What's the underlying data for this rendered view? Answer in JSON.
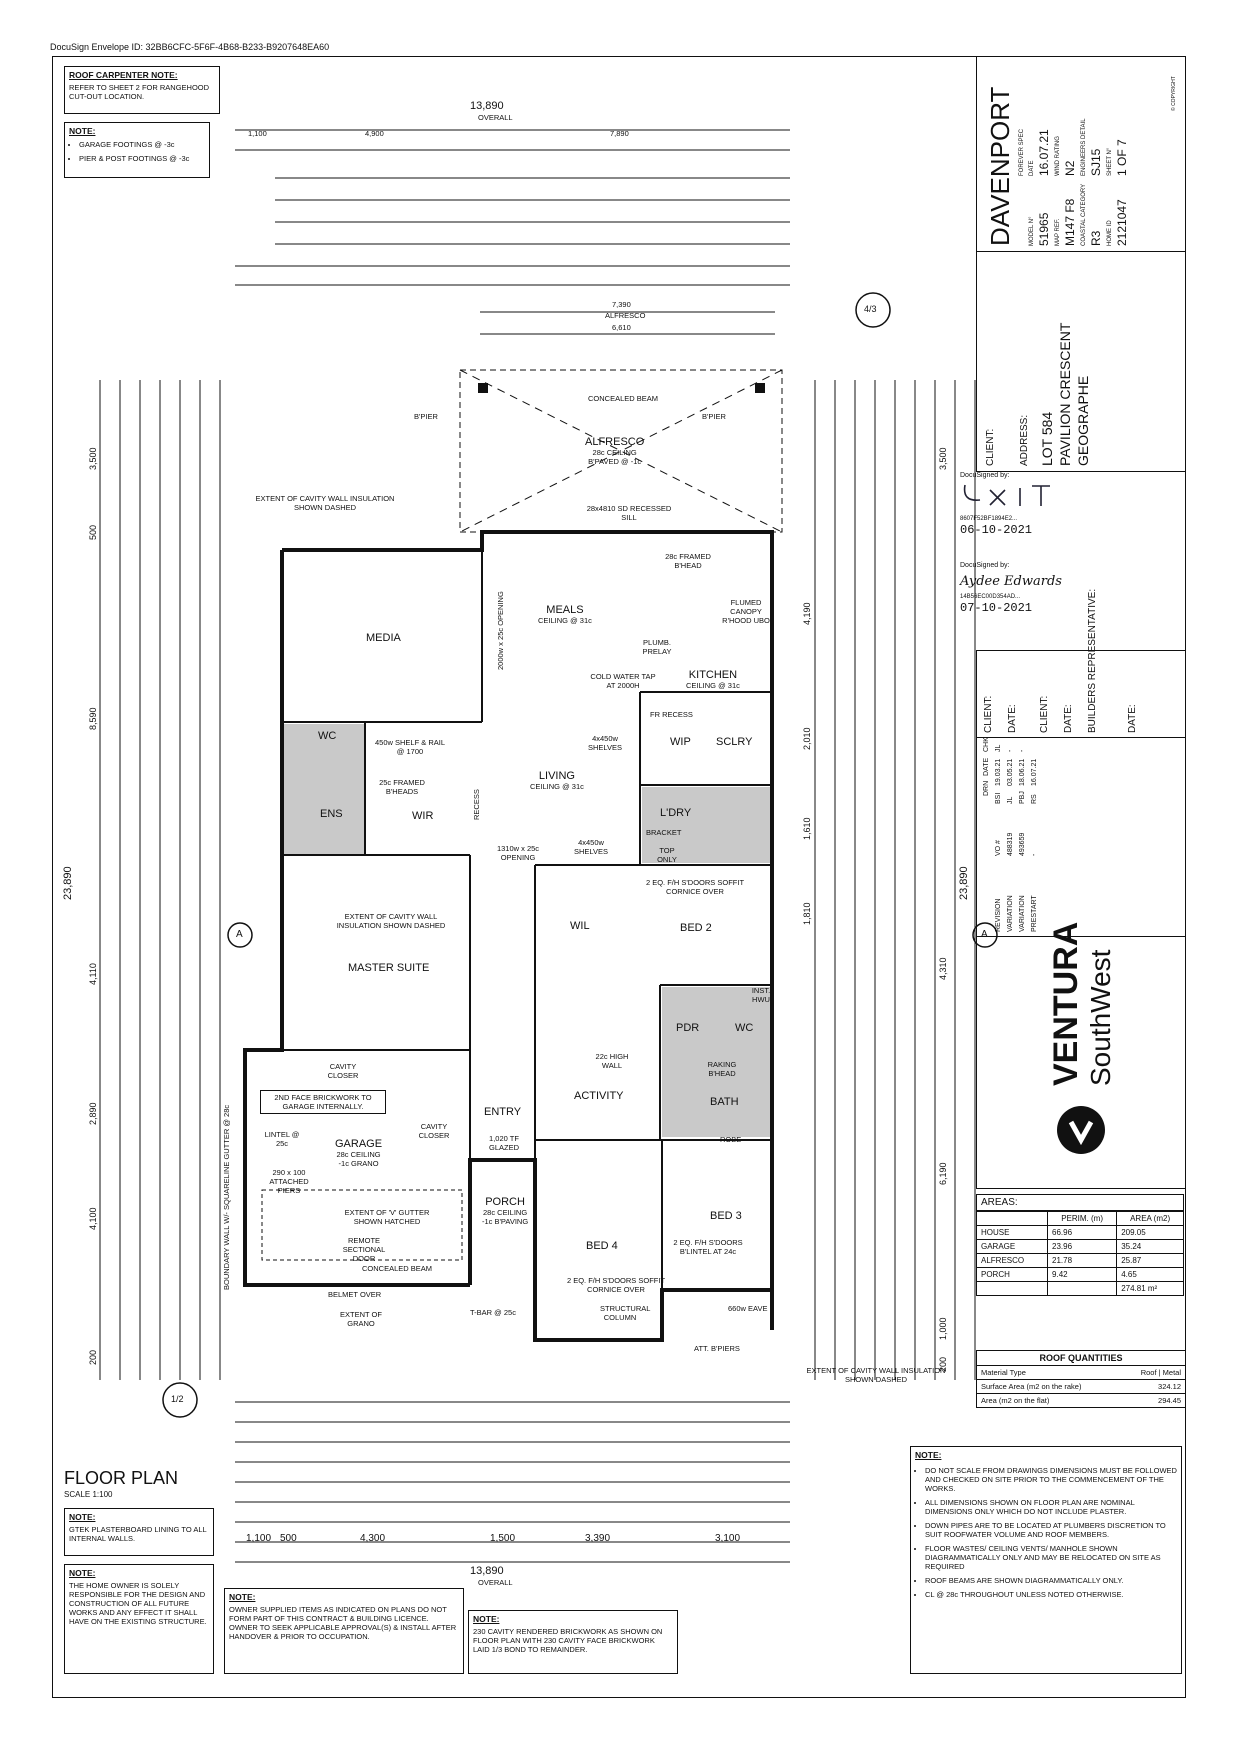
{
  "envelope_id": "DocuSign Envelope ID: 32BB6CFC-5F6F-4B68-B233-B9207648EA60",
  "notes": {
    "roof_carpenter": {
      "title": "ROOF CARPENTER NOTE:",
      "body": "REFER TO SHEET 2 FOR RANGEHOOD CUT-OUT LOCATION."
    },
    "footings": {
      "title": "NOTE:",
      "items": [
        "GARAGE FOOTINGS @ -3c",
        "PIER & POST FOOTINGS @ -3c"
      ]
    },
    "plasterboard": {
      "title": "NOTE:",
      "body": "GTEK PLASTERBOARD LINING TO ALL INTERNAL WALLS."
    },
    "home_owner": {
      "title": "NOTE:",
      "body": "THE HOME OWNER IS SOLELY RESPONSIBLE FOR THE DESIGN AND CONSTRUCTION OF ALL FUTURE WORKS AND ANY EFFECT IT SHALL HAVE ON THE EXISTING STRUCTURE."
    },
    "owner_supplied": {
      "title": "NOTE:",
      "body": "OWNER SUPPLIED ITEMS AS INDICATED ON PLANS DO NOT FORM PART OF THIS CONTRACT & BUILDING LICENCE. OWNER TO SEEK APPLICABLE APPROVAL(S) & INSTALL AFTER HANDOVER & PRIOR TO OCCUPATION."
    },
    "cavity_render": {
      "title": "NOTE:",
      "body": "230 CAVITY RENDERED BRICKWORK AS SHOWN ON FLOOR PLAN WITH 230 CAVITY FACE BRICKWORK LAID 1/3 BOND TO REMAINDER."
    },
    "general": {
      "title": "NOTE:",
      "items": [
        "DO NOT SCALE FROM DRAWINGS DIMENSIONS MUST BE FOLLOWED AND CHECKED ON SITE PRIOR TO THE COMMENCEMENT OF THE WORKS.",
        "ALL DIMENSIONS SHOWN ON FLOOR PLAN ARE NOMINAL DIMENSIONS ONLY WHICH DO NOT INCLUDE PLASTER.",
        "DOWN PIPES ARE TO BE LOCATED AT PLUMBERS DISCRETION TO SUIT ROOFWATER VOLUME AND ROOF MEMBERS.",
        "FLOOR WASTES/ CEILING VENTS/ MANHOLE SHOWN DIAGRAMMATICALLY ONLY AND MAY BE RELOCATED ON SITE AS REQUIRED",
        "ROOF BEAMS ARE SHOWN DIAGRAMMATICALLY ONLY.",
        "CL @ 28c THROUGHOUT UNLESS NOTED OTHERWISE."
      ]
    }
  },
  "plan": {
    "title": "FLOOR PLAN",
    "scale": "SCALE 1:100",
    "overall_top": "13,890",
    "overall_label": "OVERALL",
    "overall_bottom": "13,890",
    "overall_left": "23,890",
    "overall_right": "23,890",
    "top_dims": [
      "1,100",
      "4,900",
      "7,890"
    ],
    "bottom_dims": [
      "1,100",
      "500",
      "4,300",
      "1,500",
      "3,390",
      "3,100"
    ],
    "alfresco_dim": "7,390",
    "alfresco_label": "ALFRESCO",
    "alfresco_inner": "6,610",
    "left_dims": [
      "3,500",
      "500",
      "8,590",
      "4,110",
      "2,890",
      "4,100",
      "200"
    ],
    "right_dims": [
      "3,500",
      "4,190",
      "2,010",
      "1,610",
      "1,810",
      "4,310",
      "6,190",
      "1,000",
      "200"
    ],
    "marker_top": "4/3",
    "marker_bottom": "1/2",
    "section_a_left": "A",
    "section_a_right": "A"
  },
  "rooms": {
    "alfresco": {
      "name": "ALFRESCO",
      "sub1": "28c CEILING",
      "sub2": "B'PAVED @ -1c"
    },
    "meals": {
      "name": "MEALS",
      "sub1": "CEILING @ 31c"
    },
    "kitchen": {
      "name": "KITCHEN",
      "sub1": "CEILING @ 31c"
    },
    "media": {
      "name": "MEDIA"
    },
    "living": {
      "name": "LIVING",
      "sub1": "CEILING @ 31c"
    },
    "wc": {
      "name": "WC"
    },
    "ens": {
      "name": "ENS"
    },
    "wir": {
      "name": "WIR"
    },
    "wip": {
      "name": "WIP"
    },
    "sclry": {
      "name": "SCLRY"
    },
    "ldry": {
      "name": "L'DRY"
    },
    "master": {
      "name": "MASTER SUITE"
    },
    "wil": {
      "name": "WIL"
    },
    "bed2": {
      "name": "BED 2"
    },
    "pdr": {
      "name": "PDR"
    },
    "wc2": {
      "name": "WC"
    },
    "activity": {
      "name": "ACTIVITY"
    },
    "bath": {
      "name": "BATH"
    },
    "garage": {
      "name": "GARAGE",
      "sub1": "28c CEILING",
      "sub2": "-1c GRANO"
    },
    "entry": {
      "name": "ENTRY"
    },
    "porch": {
      "name": "PORCH",
      "sub1": "28c CEILING",
      "sub2": "-1c B'PAVING"
    },
    "bed4": {
      "name": "BED 4"
    },
    "bed3": {
      "name": "BED 3"
    }
  },
  "annotations": {
    "concealed_beam": "CONCEALED BEAM",
    "bpier_left": "B'PIER",
    "bpier_right": "B'PIER",
    "recessed_sill": "28x4810 SD RECESSED SILL",
    "cavity_ins_top": "EXTENT OF CAVITY WALL INSULATION SHOWN DASHED",
    "cavity_ins_mid": "EXTENT OF CAVITY WALL INSULATION SHOWN DASHED",
    "cavity_ins_bottom": "EXTENT OF CAVITY WALL INSULATION SHOWN DASHED",
    "framed_bhead": "28c FRAMED B'HEAD",
    "flumed": "FLUMED CANOPY R'HOOD UBO",
    "plumb": "PLUMB. PRELAY",
    "cold_water": "COLD WATER TAP AT 2000H",
    "shelves": "4x450w SHELVES",
    "shelves2": "4x450w SHELVES",
    "fr_recess": "FR RECESS",
    "shelf_rail": "450w SHELF & RAIL @ 1700",
    "framed_bheads": "25c FRAMED B'HEADS",
    "recess": "RECESS",
    "bracket": "BRACKET",
    "top_only": "TOP ONLY",
    "opening_1310": "1310w x 25c OPENING",
    "opening_2000": "2000w x 25c OPENING",
    "sd_doors": "2 EQ. F/H S'DOORS SOFFIT CORNICE OVER",
    "high_wall": "22c HIGH WALL",
    "raking": "RAKING B'HEAD",
    "robe": "ROBE",
    "cavity_closer": "CAVITY CLOSER",
    "cavity_closer2": "CAVITY CLOSER",
    "face_brick": "2ND FACE BRICKWORK TO GARAGE INTERNALLY.",
    "lintel": "LINTEL @ 25c",
    "piers": "290 x 100 ATTACHED PIERS",
    "v_gutter": "EXTENT OF 'V' GUTTER SHOWN HATCHED",
    "remote": "REMOTE SECTIONAL DOOR",
    "concealed_beam2": "CONCEALED BEAM",
    "belmet": "BELMET OVER",
    "extent_grano": "EXTENT OF GRANO",
    "tbar": "T-BAR @ 25c",
    "structural_column": "STRUCTURAL COLUMN",
    "att_bpiers": "ATT. B'PIERS",
    "eave": "660w EAVE",
    "blintel": "2 EQ. F/H S'DOORS B'LINTEL AT 24c",
    "tf_glazed": "1,020 TF GLAZED",
    "inst_hwu": "INST. HWU",
    "boundary": "BOUNDARY WALL W/- SQUARELINE GUTTER @ 28c"
  },
  "title_block": {
    "company": "DAVENPORT",
    "spec_label": "FOREVER SPEC",
    "date_label": "DATE",
    "date": "16.07.21",
    "model_label": "MODEL N°",
    "model": "51965",
    "wind_label": "WIND RATING",
    "wind": "N2",
    "map_label": "MAP REF.",
    "map": "M147 F8",
    "eng_label": "ENGINEERS DETAIL",
    "eng": "SJ15",
    "coastal_label": "COASTAL CATEGORY",
    "coastal": "R3",
    "sheet_label": "SHEET N°",
    "sheet": "1 OF 7",
    "home_label": "HOME ID",
    "home_id": "2121047",
    "copyright": "© COPYRIGHT",
    "client_label": "CLIENT:",
    "address_label": "ADDRESS:",
    "address": [
      "LOT 584",
      "PAVILION CRESCENT",
      "GEOGRAPHE"
    ],
    "sig1_label": "DocuSigned by:",
    "sig1_id": "8607F52BF1894E2...",
    "sig1_date": "06-10-2021",
    "sig2_label": "DocuSigned by:",
    "sig2_name": "Aydee Edwards",
    "sig2_id": "14B56EC00D354AD...",
    "sig2_date": "07-10-2021",
    "client_sign_labels": [
      "CLIENT:",
      "DATE:",
      "CLIENT:",
      "DATE:",
      "BUILDERS REPRESENTATIVE:",
      "DATE:"
    ],
    "revision_header": [
      "DRN",
      "DATE",
      "CHK"
    ],
    "revisions": [
      {
        "rev": "REVISION",
        "vo": "VO #",
        "drn": "BSI",
        "date": "19.03.21",
        "chk": "JL"
      },
      {
        "rev": "VARIATION",
        "vo": "488319",
        "drn": "JL",
        "date": "03.05.21",
        "chk": "-"
      },
      {
        "rev": "VARIATION",
        "vo": "493659",
        "drn": "PBJ",
        "date": "18.06.21",
        "chk": "-"
      },
      {
        "rev": "PRESTART",
        "vo": "-",
        "drn": "RS",
        "date": "16.07.21",
        "chk": ""
      }
    ],
    "brand": "VENTURA",
    "brand_sub": "SouthWest"
  },
  "areas": {
    "title": "AREAS:",
    "headers": [
      "",
      "PERIM. (m)",
      "AREA (m2)"
    ],
    "rows": [
      [
        "HOUSE",
        "66.96",
        "209.05"
      ],
      [
        "GARAGE",
        "23.96",
        "35.24"
      ],
      [
        "ALFRESCO",
        "21.78",
        "25.87"
      ],
      [
        "PORCH",
        "9.42",
        "4.65"
      ]
    ],
    "total": "274.81 m²"
  },
  "roof_quantities": {
    "title": "ROOF QUANTITIES",
    "material_label": "Material Type",
    "material_value": "Roof | Metal",
    "rake_label": "Surface Area (m2 on the rake)",
    "rake_value": "324.12",
    "flat_label": "Area (m2 on the flat)",
    "flat_value": "294.45"
  }
}
